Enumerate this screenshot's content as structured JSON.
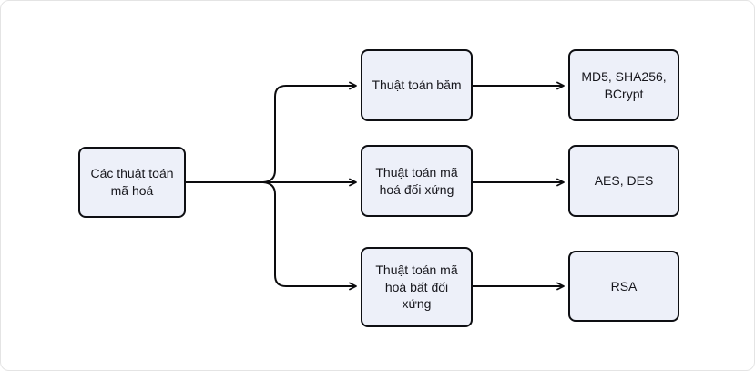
{
  "diagram": {
    "root_label": "Các thuật toán\nmã hoá",
    "rows": [
      {
        "category": "Thuật toán băm",
        "examples": "MD5, SHA256,\nBCrypt"
      },
      {
        "category": "Thuật toán mã\nhoá đối xứng",
        "examples": "AES, DES"
      },
      {
        "category": "Thuật toán mã\nhoá bất đối\nxứng",
        "examples": "RSA"
      }
    ],
    "colors": {
      "node_fill": "#edf0f9",
      "node_border": "#0e0f13",
      "arrow": "#0c0c0e",
      "canvas_border": "#e4e4e4",
      "text": "#16161c"
    }
  }
}
